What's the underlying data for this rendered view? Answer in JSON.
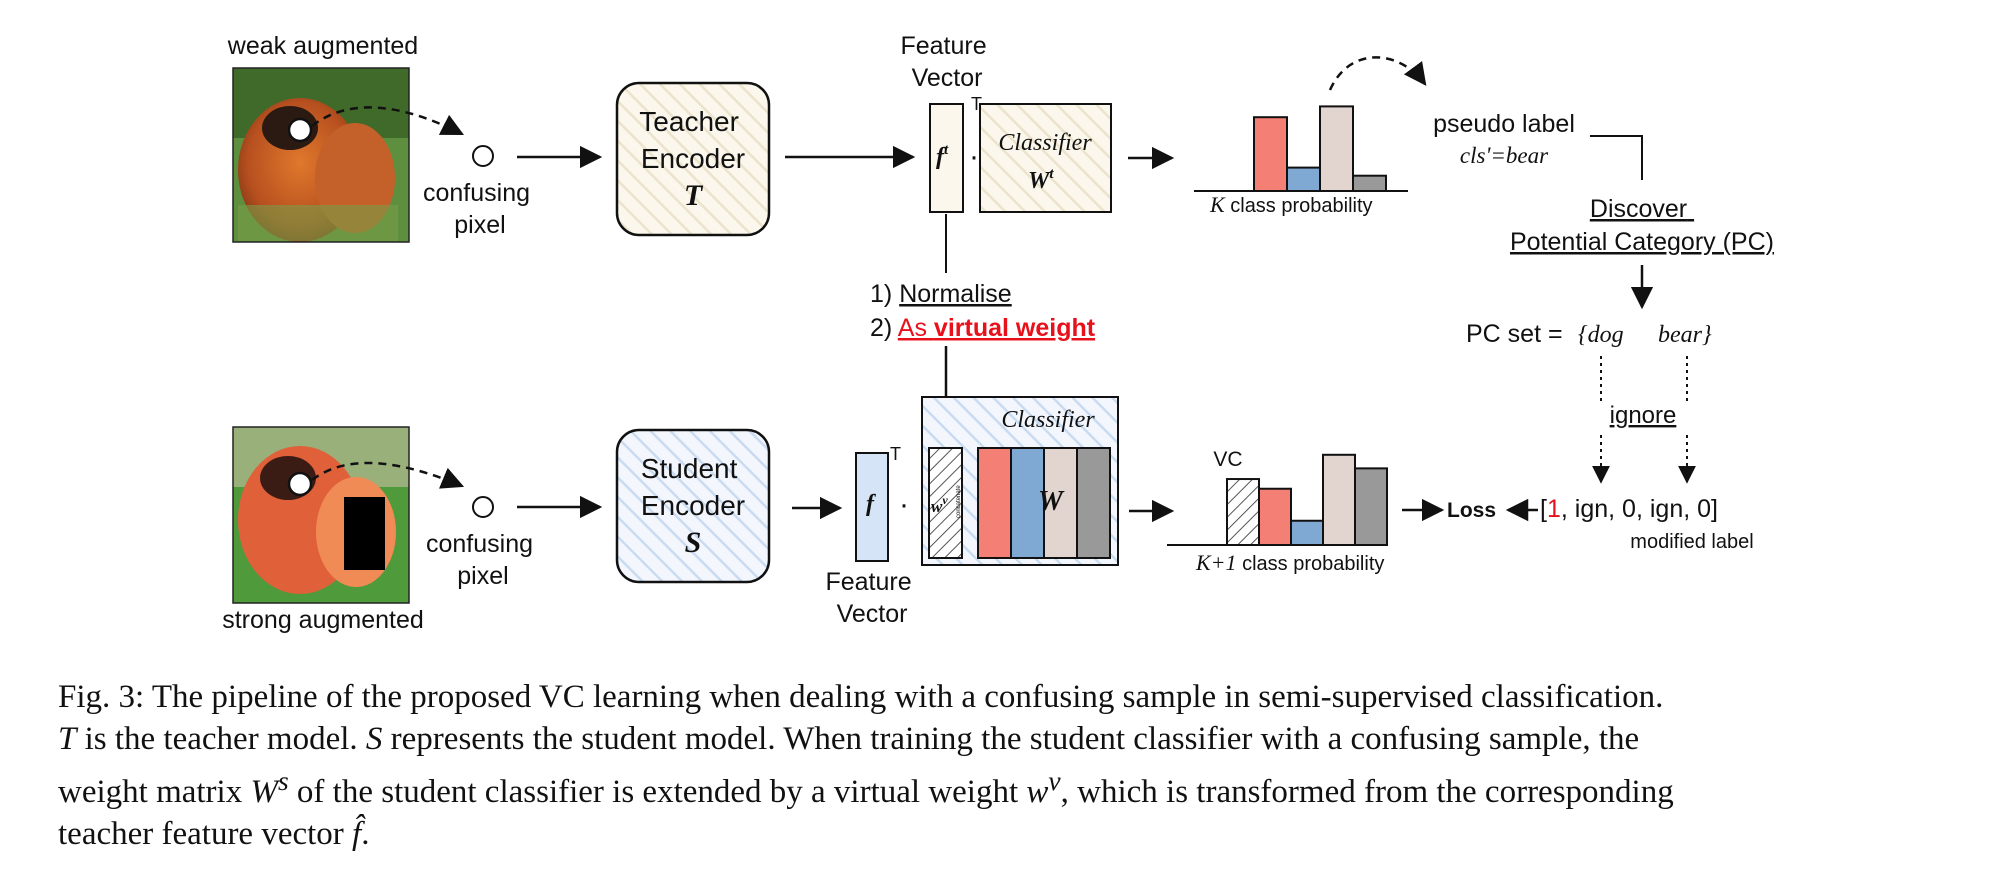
{
  "figure": {
    "top": {
      "aug_label": "weak augmented",
      "confusing_pixel": [
        "confusing",
        "pixel"
      ],
      "encoder": [
        "Teacher",
        "Encoder",
        "T"
      ],
      "feature_vector": [
        "Feature",
        "Vector"
      ],
      "transpose": "T",
      "f_symbol": "f",
      "f_sup": "t",
      "dot": "·",
      "classifier": "Classifier",
      "w_symbol": "W",
      "w_sup": "t",
      "prob_label_var": "K",
      "prob_label_text": " class probability",
      "pseudo_label": "pseudo label",
      "pseudo_value": "cls'=bear"
    },
    "discover": [
      "Discover",
      "Potential Category (PC)"
    ],
    "pc_set_prefix": "PC set = ",
    "pc_set_values": [
      "{dog",
      "bear}"
    ],
    "ignore": "ignore",
    "steps": {
      "step1_num": "1) ",
      "step1_text": "Normalise",
      "step2_num": "2) ",
      "step2_as": "As ",
      "step2_bold": "virtual weight"
    },
    "bottom": {
      "aug_label": "strong augmented",
      "confusing_pixel": [
        "confusing",
        "pixel"
      ],
      "encoder": [
        "Student",
        "Encoder",
        "S"
      ],
      "feature_vector": [
        "Feature",
        "Vector"
      ],
      "transpose": "T",
      "f_symbol": "f",
      "dot": "·",
      "classifier": "Classifier",
      "wv_symbol": "w",
      "wv_sup": "v",
      "wv_note": "concatenate",
      "w_symbol": "W",
      "vc_label": "VC",
      "prob_label_var": "K+1",
      "prob_label_text": " class probability",
      "loss": "Loss",
      "label_open": "[",
      "label_values": [
        "1",
        "ign",
        "0",
        "ign",
        "0"
      ],
      "label_close": "]",
      "modified_label": "modified label"
    },
    "colors": {
      "red_bar": "#f47f74",
      "blue_bar": "#7fa9d2",
      "beige_bar": "#e2d5cf",
      "gray_bar": "#999999",
      "highlight_red": "#e8111b",
      "teacher_fill": "#fbf7ec",
      "student_fill": "#eaf1fb"
    },
    "top_bars": [
      0.82,
      0.26,
      0.94,
      0.17
    ],
    "bottom_bars": [
      0.68,
      0.58,
      0.25,
      0.93,
      0.79
    ]
  },
  "caption": {
    "l1": "Fig. 3: The pipeline of the proposed VC learning when dealing with a confusing sample in semi-supervised classification.",
    "l2_t": "T",
    "l2_a": " is the teacher model. ",
    "l2_s": "S",
    "l2_b": " represents the student model. When training the student classifier with a confusing sample, the",
    "l3_a": "weight matrix ",
    "l3_w": "W",
    "l3_ws": "s",
    "l3_b": " of the student classifier is extended by a virtual weight ",
    "l3_v": "w",
    "l3_vs": "v",
    "l3_c": ", which is transformed from the corresponding",
    "l4_a": "teacher feature vector ",
    "l4_f": "f̂",
    "l4_b": "."
  }
}
